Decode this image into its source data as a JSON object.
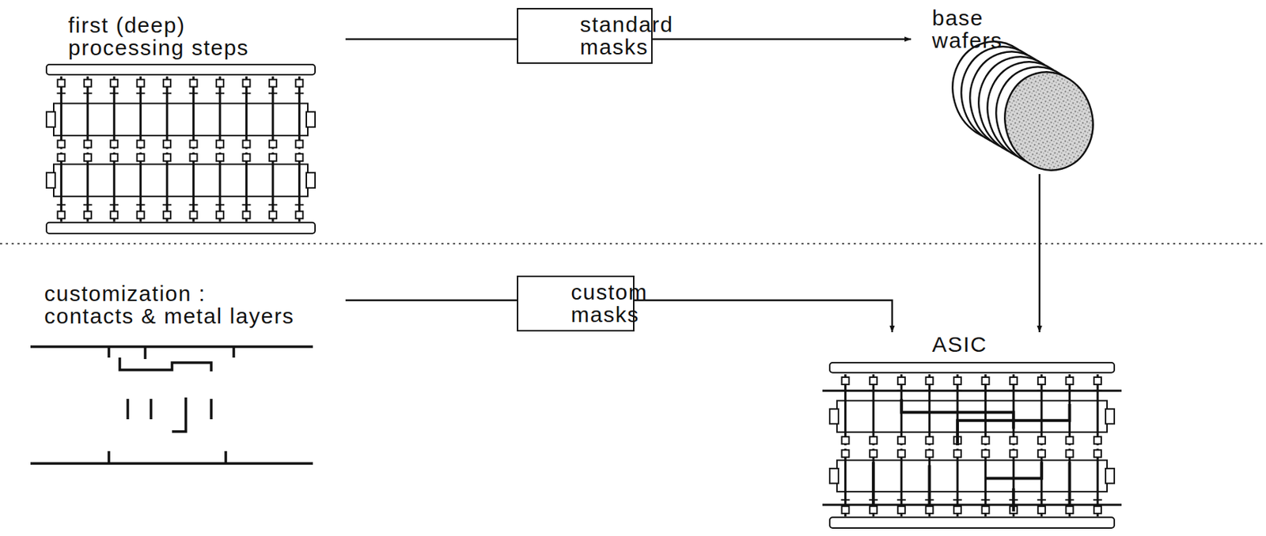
{
  "diagram": {
    "nodes": [
      {
        "text": [
          "first (deep) processing steps"
        ]
      },
      {
        "text": [
          "standard masks"
        ]
      },
      {
        "text": [
          "base wafers"
        ]
      },
      {
        "text": [
          "customization : contacts & metal layers"
        ]
      },
      {
        "text": [
          "custom masks"
        ]
      },
      {
        "text": [
          "ASIC"
        ]
      }
    ],
    "edges": [
      {
        "from": 0,
        "to": 1,
        "arrow": "none"
      },
      {
        "from": 1,
        "to": 2,
        "arrow": "to"
      },
      {
        "from": 2,
        "to": 5,
        "arrow": "to"
      },
      {
        "from": 3,
        "to": 4,
        "arrow": "none"
      },
      {
        "from": 4,
        "to": 5,
        "arrow": "to"
      }
    ]
  }
}
